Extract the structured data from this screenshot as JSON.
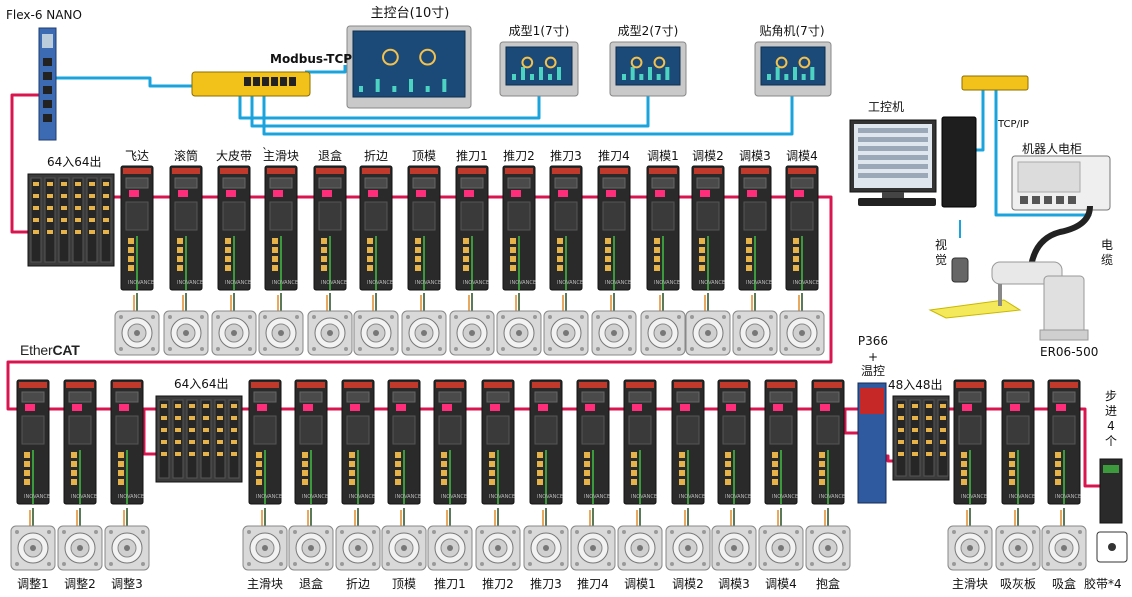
{
  "colors": {
    "ethercat_line": "#d8154f",
    "network_line": "#1aa3dd",
    "drive_body": "#2a2a2a",
    "motor_body": "#d9d9d9"
  },
  "controller": {
    "name": "Flex-6 NANO"
  },
  "network": {
    "protocol": "Modbus-TCP",
    "tcpip": "TCP/IP"
  },
  "hmi": [
    {
      "label": "主控台(10寸)"
    },
    {
      "label": "成型1(7寸)"
    },
    {
      "label": "成型2(7寸)"
    },
    {
      "label": "贴角机(7寸)"
    }
  ],
  "ethercat_label": {
    "prefix": "Ether",
    "suffix": "CAT"
  },
  "io_modules": {
    "top": "64入64出",
    "bottom": "64入64出",
    "right": "48入48出",
    "p366": [
      "P366",
      "+",
      "温控"
    ]
  },
  "row1_axes": [
    "飞达",
    "滚筒",
    "大皮带",
    "主滑块",
    "退盒",
    "折边",
    "顶模",
    "推刀1",
    "推刀2",
    "推刀3",
    "推刀4",
    "调模1",
    "调模2",
    "调模3",
    "调模4"
  ],
  "row1_tick": "`",
  "row2_left_axes": [
    "调整1",
    "调整2",
    "调整3"
  ],
  "row2_mid_axes": [
    "主滑块",
    "退盒",
    "折边",
    "顶模",
    "推刀1",
    "推刀2",
    "推刀3",
    "推刀4",
    "调模1",
    "调模2",
    "调模3",
    "调模4",
    "抱盒"
  ],
  "row2_right_axes": [
    "主滑块",
    "吸灰板",
    "吸盒"
  ],
  "stepper": {
    "label": "步进4个",
    "motor_label": "胶带*4"
  },
  "robot_area": {
    "ipc": "工控机",
    "cabinet": "机器人电柜",
    "vision": "视觉",
    "cable": "电缆",
    "robot": "ER06-500"
  }
}
